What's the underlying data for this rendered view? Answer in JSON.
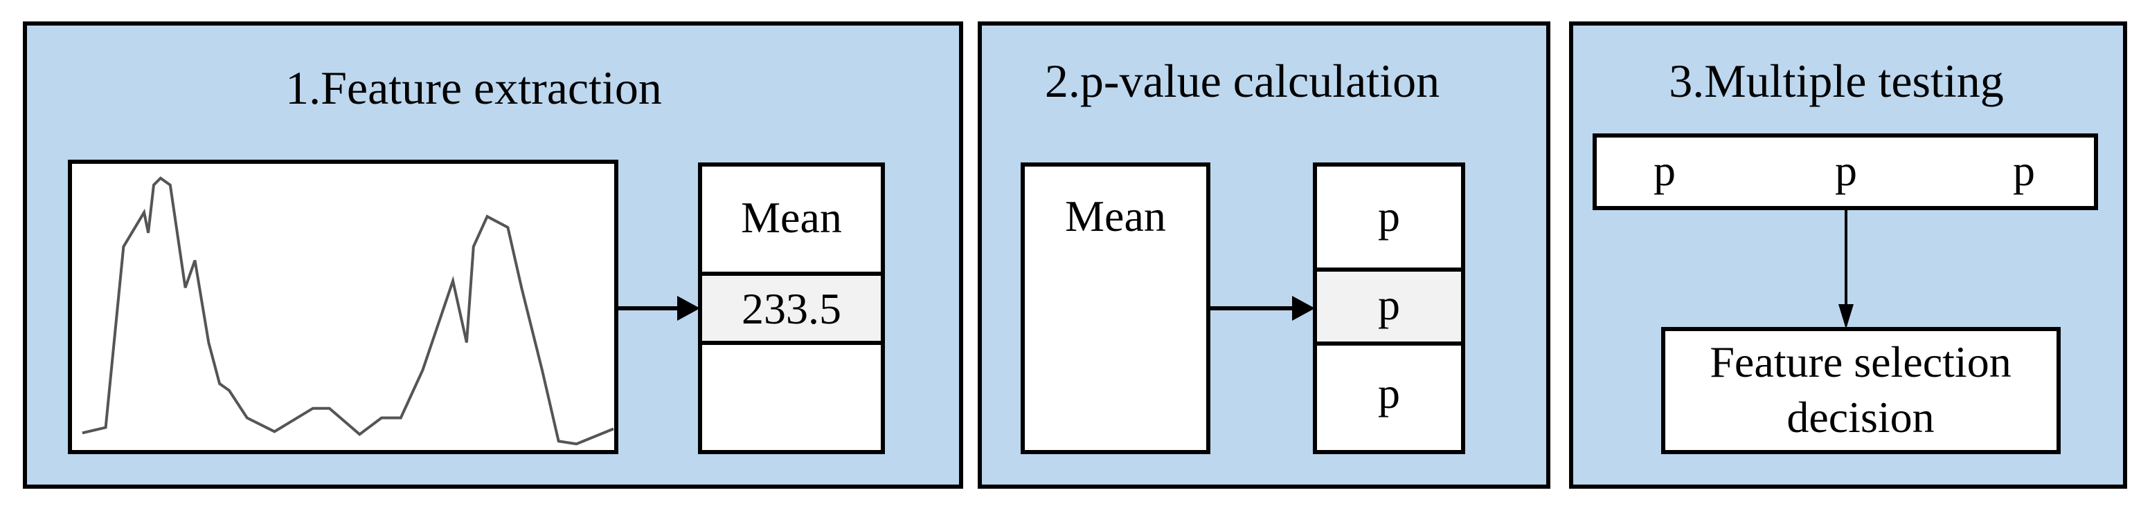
{
  "colors": {
    "panel_fill": "#bdd7ee",
    "highlight_cell": "#f2f2f2",
    "signal_line": "#555555"
  },
  "panels": [
    {
      "title": "1.Feature extraction",
      "feature_table": [
        "Mean",
        "233.5",
        ""
      ]
    },
    {
      "title": "2.p-value calculation",
      "feature_label": "Mean",
      "p_table": [
        "p",
        "p",
        "p"
      ]
    },
    {
      "title": "3.Multiple testing",
      "p_row": [
        "p",
        "p",
        "p"
      ],
      "decision": [
        "Feature selection",
        "decision"
      ]
    }
  ]
}
